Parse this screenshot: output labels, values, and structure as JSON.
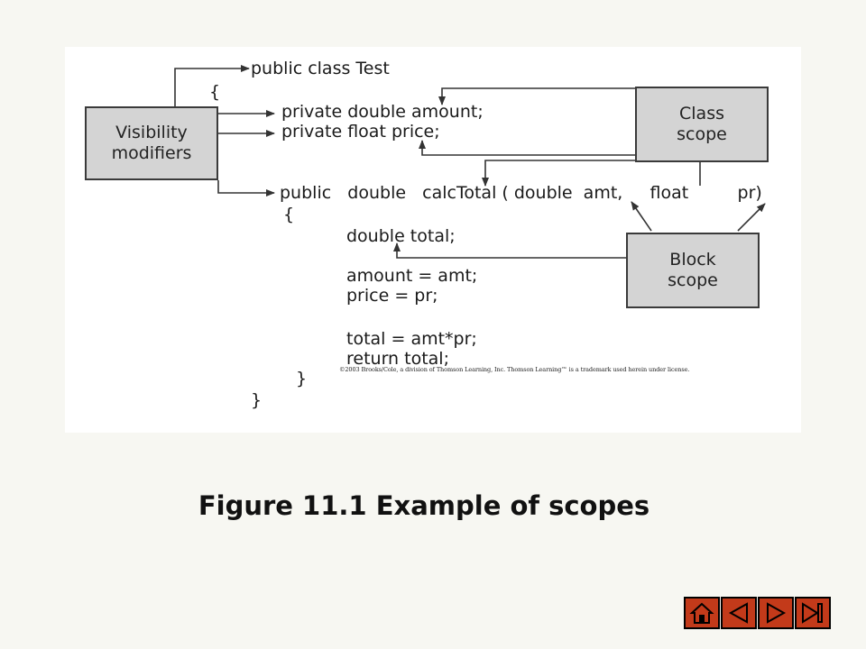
{
  "figure": {
    "code_lines": [
      "public class Test",
      "{",
      "private double amount;",
      "private float price;",
      "public   double   calcTotal ( double  amt,     float         pr)",
      "{",
      "double total;",
      "amount = amt;",
      "price = pr;",
      "total = amt*pr;",
      "return total;",
      "}",
      "}"
    ],
    "boxes": {
      "visibility": [
        "Visibility",
        "modifiers"
      ],
      "class_scope": [
        "Class",
        "scope"
      ],
      "block_scope": [
        "Block",
        "scope"
      ]
    },
    "credit": "©2003 Brooks/Cole, a division of Thomson Learning, Inc.  Thomson Learning™ is a trademark used herein under license."
  },
  "caption": "Figure 11.1  Example of scopes",
  "nav": {
    "buttons": [
      "home-icon",
      "previous-icon",
      "next-icon",
      "end-icon"
    ],
    "color": "#c33a1a"
  }
}
